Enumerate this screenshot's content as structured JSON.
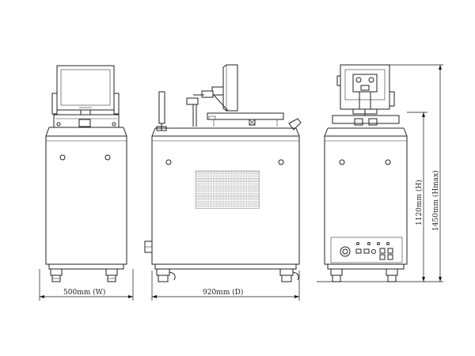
{
  "diagram": {
    "views": [
      "front-view",
      "side-view",
      "rear-view"
    ],
    "dimensions": {
      "width_label": "500mm (W)",
      "depth_label": "920mm (D)",
      "height_body_label": "1120mm (H)",
      "height_max_label": "1450mm (Hmax)"
    },
    "colors": {
      "line": "#222222",
      "background": "#ffffff"
    }
  }
}
